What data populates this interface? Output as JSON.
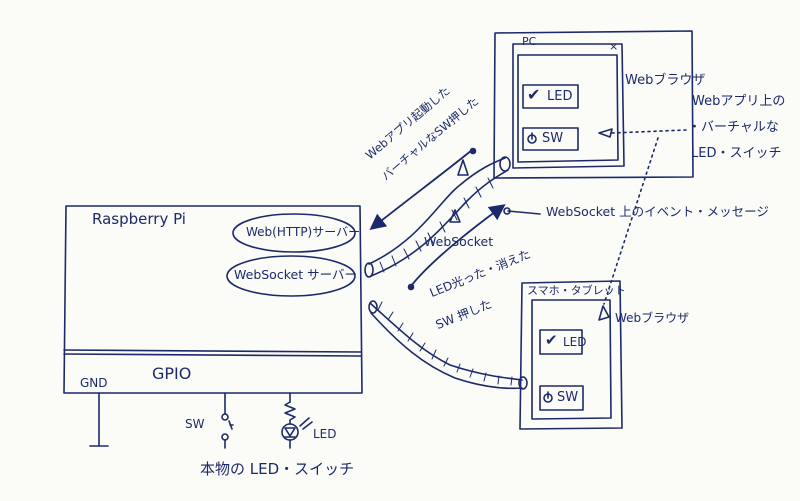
{
  "raspberry_pi": {
    "title": "Raspberry Pi",
    "http_server": "Web(HTTP)サーバー",
    "websocket_server": "WebSocket サーバー",
    "gpio": "GPIO",
    "gnd": "GND",
    "sw": "SW",
    "led": "LED",
    "real_switch_caption": "本物の LED・スイッチ"
  },
  "pc": {
    "title": "PC",
    "close": "×",
    "browser_label": "Webブラウザ",
    "led_check": "✔",
    "led_label": "LED",
    "sw_label": "SW"
  },
  "phone": {
    "title": "スマホ・タブレット",
    "browser_label": "Webブラウザ",
    "led_check": "✔",
    "led_label": "LED",
    "sw_label": "SW"
  },
  "annotations": {
    "virtual_switch_line1": "Webアプリ上の",
    "virtual_switch_line2": "・バーチャルな",
    "virtual_switch_line3": "LED・スイッチ",
    "event_message": "WebSocket 上のイベント・メッセージ",
    "websocket": "WebSocket",
    "led_sw_line1": "LED光った・消えた",
    "led_sw_line2": "SW 押した",
    "web_app_line1": "Webアプリ起動した",
    "web_app_line2": "バーチャルなSW押した"
  },
  "colors": {
    "ink": "#1c2a6b",
    "paper": "#fbfbf7"
  }
}
